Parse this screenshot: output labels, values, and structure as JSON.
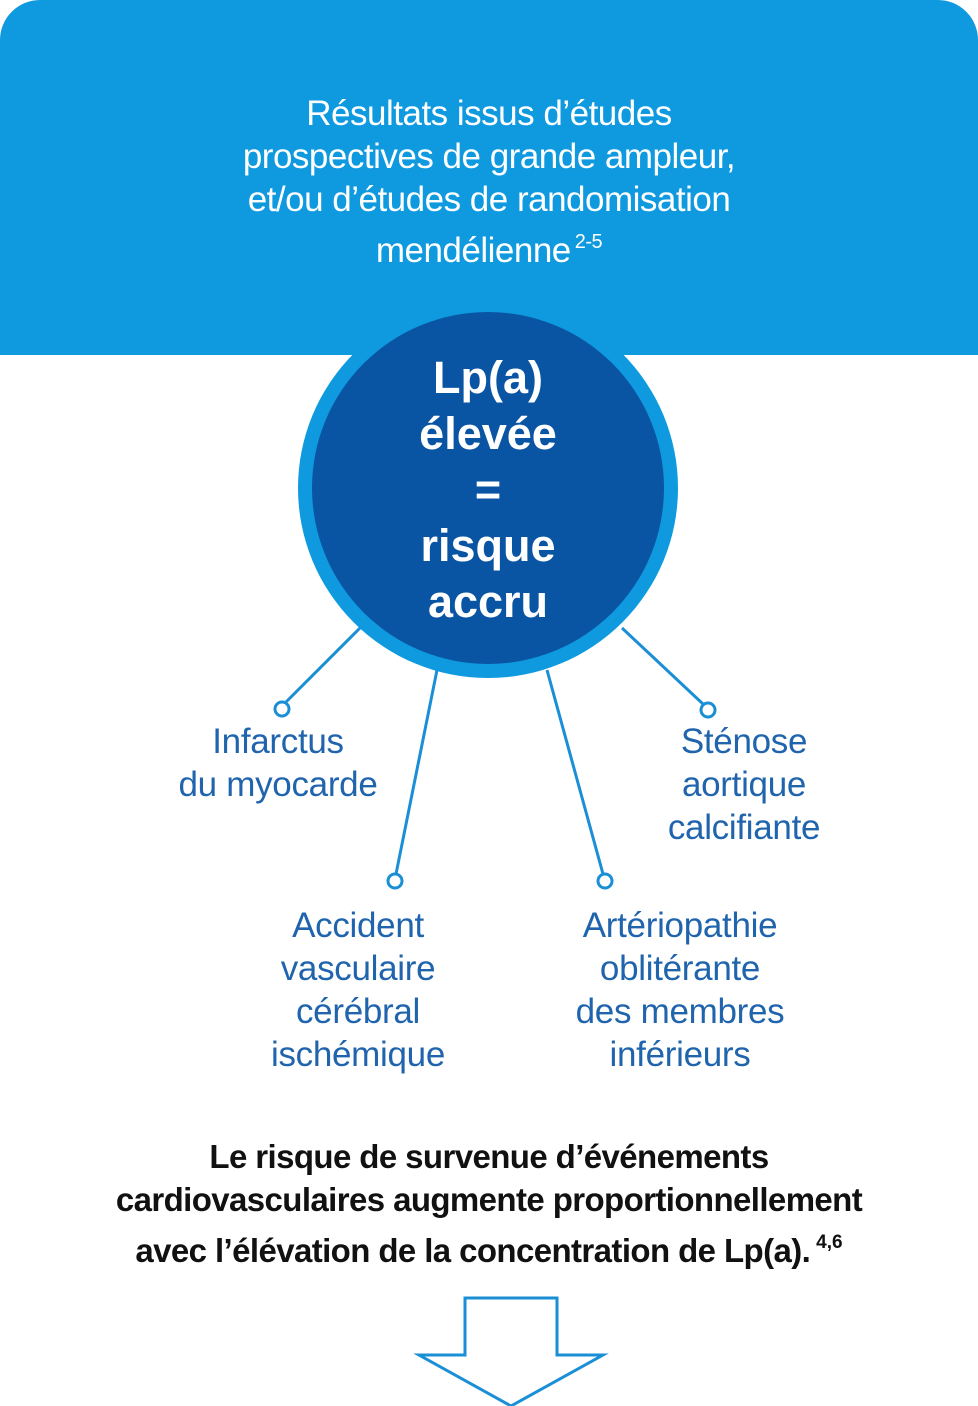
{
  "banner": {
    "lines": [
      "Résultats issus d’études",
      "prospectives de grande ampleur,",
      "et/ou d’études de randomisation",
      "mendélienne"
    ],
    "ref": "2-5"
  },
  "center": {
    "lines": [
      "Lp(a)",
      "élevée",
      "=",
      "risque",
      "accru"
    ]
  },
  "outcomes": {
    "infarctus": [
      "Infarctus",
      "du myocarde"
    ],
    "avc": [
      "Accident",
      "vasculaire",
      "cérébral",
      "ischémique"
    ],
    "arteriopathie": [
      "Artériopathie",
      "oblitérante",
      "des membres",
      "inférieurs"
    ],
    "stenose": [
      "Sténose",
      "aortique",
      "calcifiante"
    ]
  },
  "footer": {
    "lines": [
      "Le risque de survenue d’événements",
      "cardiovasculaires augmente proportionnellement",
      "avec l’élévation de la concentration de Lp(a)."
    ],
    "ref": "4,6"
  },
  "colors": {
    "banner_blue": "#0f9ae0",
    "circle_ring": "#0f9ae0",
    "circle_fill": "#0a55a3",
    "label_blue": "#1f64ad",
    "connector_blue": "#1a8fd6",
    "footer_text": "#111111"
  },
  "icons": {
    "arrow": "down-arrow-outline-icon"
  }
}
